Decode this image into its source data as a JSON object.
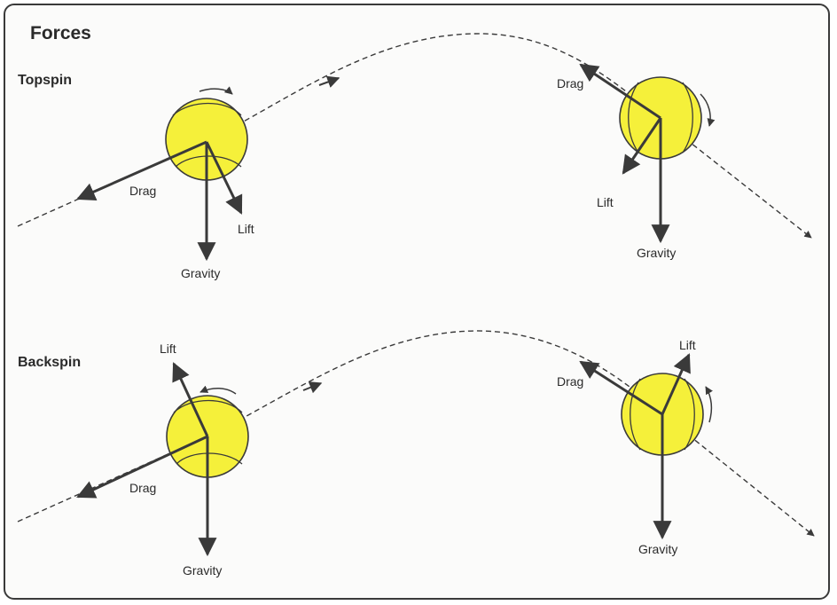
{
  "title": "Forces",
  "sections": {
    "topspin": "Topspin",
    "backspin": "Backspin"
  },
  "forces": {
    "drag": "Drag",
    "lift": "Lift",
    "gravity": "Gravity"
  },
  "colors": {
    "ball": "#f5f03a",
    "ball_outline": "#3a3a3a",
    "arrow": "#3a3a3a"
  }
}
